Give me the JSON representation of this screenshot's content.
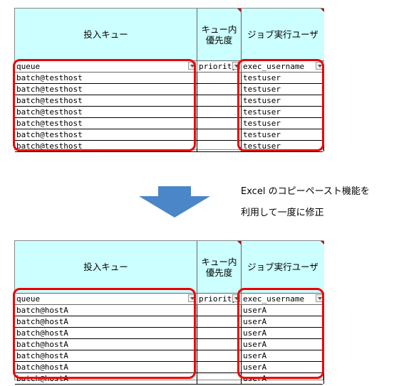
{
  "before": {
    "headers": {
      "queue_title": "投入キュー",
      "priority_title": "キュー内\n優先度",
      "user_title": "ジョブ実行ユーザ"
    },
    "filters": {
      "queue": "queue",
      "priority": "priority",
      "user": "exec_username"
    },
    "rows": [
      {
        "queue": "batch@testhost",
        "priority": "",
        "user": "testuser"
      },
      {
        "queue": "batch@testhost",
        "priority": "",
        "user": "testuser"
      },
      {
        "queue": "batch@testhost",
        "priority": "",
        "user": "testuser"
      },
      {
        "queue": "batch@testhost",
        "priority": "",
        "user": "testuser"
      },
      {
        "queue": "batch@testhost",
        "priority": "",
        "user": "testuser"
      },
      {
        "queue": "batch@testhost",
        "priority": "",
        "user": "testuser"
      },
      {
        "queue": "batch@testhost",
        "priority": "",
        "user": "testuser"
      }
    ]
  },
  "after": {
    "headers": {
      "queue_title": "投入キュー",
      "priority_title": "キュー内\n優先度",
      "user_title": "ジョブ実行ユーザ"
    },
    "filters": {
      "queue": "queue",
      "priority": "priority",
      "user": "exec_username"
    },
    "rows": [
      {
        "queue": "batch@hostA",
        "priority": "",
        "user": "userA"
      },
      {
        "queue": "batch@hostA",
        "priority": "",
        "user": "userA"
      },
      {
        "queue": "batch@hostA",
        "priority": "",
        "user": "userA"
      },
      {
        "queue": "batch@hostA",
        "priority": "",
        "user": "userA"
      },
      {
        "queue": "batch@hostA",
        "priority": "",
        "user": "userA"
      },
      {
        "queue": "batch@hostA",
        "priority": "",
        "user": "userA"
      },
      {
        "queue": "batch@hostA",
        "priority": "",
        "user": "userA"
      }
    ]
  },
  "note": {
    "line1": "Excel のコピーペースト機能を",
    "line2": "利用して一度に修正"
  },
  "colors": {
    "header_fill": "#ccffff",
    "highlight": "#ee0000",
    "arrow": "#4a86c8"
  },
  "icons": {
    "filter": "dropdown-filter-icon",
    "arrow": "down-arrow-icon"
  }
}
